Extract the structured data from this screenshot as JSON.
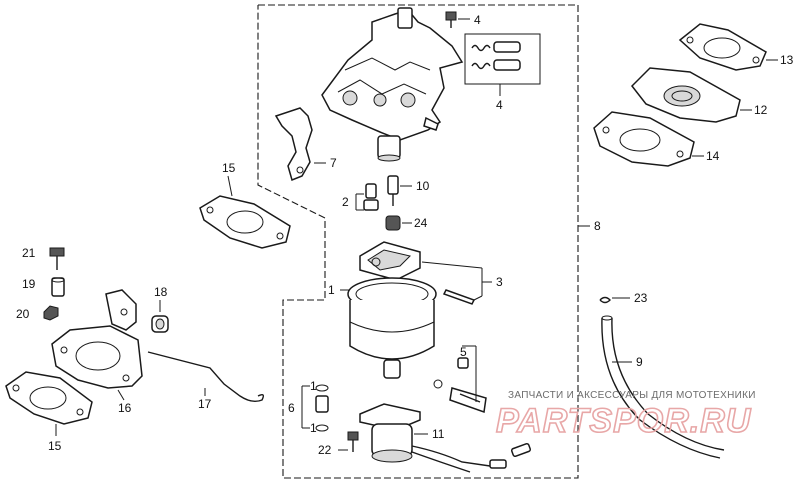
{
  "callouts": [
    {
      "id": "c4a",
      "text": "4"
    },
    {
      "id": "c4b",
      "text": "4"
    },
    {
      "id": "c13",
      "text": "13"
    },
    {
      "id": "c12",
      "text": "12"
    },
    {
      "id": "c14",
      "text": "14"
    },
    {
      "id": "c7",
      "text": "7"
    },
    {
      "id": "c15a",
      "text": "15"
    },
    {
      "id": "c10",
      "text": "10"
    },
    {
      "id": "c2",
      "text": "2"
    },
    {
      "id": "c24",
      "text": "24"
    },
    {
      "id": "c8",
      "text": "8"
    },
    {
      "id": "c21",
      "text": "21"
    },
    {
      "id": "c3",
      "text": "3"
    },
    {
      "id": "c1",
      "text": "1"
    },
    {
      "id": "c19",
      "text": "19"
    },
    {
      "id": "c18",
      "text": "18"
    },
    {
      "id": "c23",
      "text": "23"
    },
    {
      "id": "c20",
      "text": "20"
    },
    {
      "id": "c5",
      "text": "5"
    },
    {
      "id": "c9",
      "text": "9"
    },
    {
      "id": "c1b",
      "text": "1"
    },
    {
      "id": "c6",
      "text": "6"
    },
    {
      "id": "c1c",
      "text": "1"
    },
    {
      "id": "c16",
      "text": "16"
    },
    {
      "id": "c17",
      "text": "17"
    },
    {
      "id": "c11",
      "text": "11"
    },
    {
      "id": "c22",
      "text": "22"
    },
    {
      "id": "c15b",
      "text": "15"
    }
  ],
  "watermark": {
    "tagline": "ЗАПЧАСТИ И АКСЕССУАРЫ ДЛЯ МОТОТЕХНИКИ",
    "brand": "PARTSPOR.RU"
  }
}
